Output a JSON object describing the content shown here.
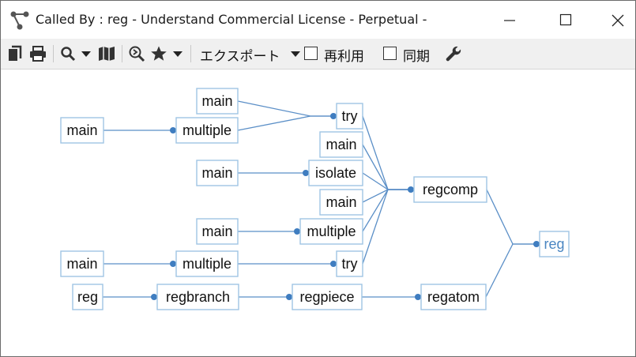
{
  "window": {
    "title": "Called By : reg - Understand Commercial License - Perpetual -",
    "controls": {
      "minimize": "minimize",
      "maximize": "maximize",
      "close": "close"
    }
  },
  "toolbar": {
    "export_label": "エクスポート",
    "reuse_label": "再利用",
    "reuse_checked": false,
    "sync_label": "同期",
    "sync_checked": false
  },
  "graph": {
    "nodes": [
      {
        "id": "n1",
        "label": "main"
      },
      {
        "id": "n2",
        "label": "main"
      },
      {
        "id": "n3",
        "label": "multiple"
      },
      {
        "id": "n4",
        "label": "try"
      },
      {
        "id": "n5",
        "label": "main"
      },
      {
        "id": "n6",
        "label": "main"
      },
      {
        "id": "n7",
        "label": "isolate"
      },
      {
        "id": "n8",
        "label": "main"
      },
      {
        "id": "n9",
        "label": "main"
      },
      {
        "id": "n10",
        "label": "multiple"
      },
      {
        "id": "n11",
        "label": "main"
      },
      {
        "id": "n12",
        "label": "multiple"
      },
      {
        "id": "n13",
        "label": "try"
      },
      {
        "id": "n14",
        "label": "reg"
      },
      {
        "id": "n15",
        "label": "regbranch"
      },
      {
        "id": "n16",
        "label": "regpiece"
      },
      {
        "id": "n17",
        "label": "regatom"
      },
      {
        "id": "n18",
        "label": "regcomp"
      },
      {
        "id": "n19",
        "label": "reg"
      }
    ],
    "edges": [
      [
        "n1",
        "n4"
      ],
      [
        "n3",
        "n4"
      ],
      [
        "n2",
        "n3"
      ],
      [
        "n6",
        "n7"
      ],
      [
        "n9",
        "n10"
      ],
      [
        "n11",
        "n12"
      ],
      [
        "n12",
        "n13"
      ],
      [
        "n14",
        "n15"
      ],
      [
        "n15",
        "n16"
      ],
      [
        "n16",
        "n17"
      ],
      [
        "n4",
        "n18"
      ],
      [
        "n5",
        "n18"
      ],
      [
        "n7",
        "n18"
      ],
      [
        "n8",
        "n18"
      ],
      [
        "n10",
        "n18"
      ],
      [
        "n13",
        "n18"
      ],
      [
        "n18",
        "n19"
      ],
      [
        "n17",
        "n19"
      ]
    ],
    "target_id": "n19"
  }
}
